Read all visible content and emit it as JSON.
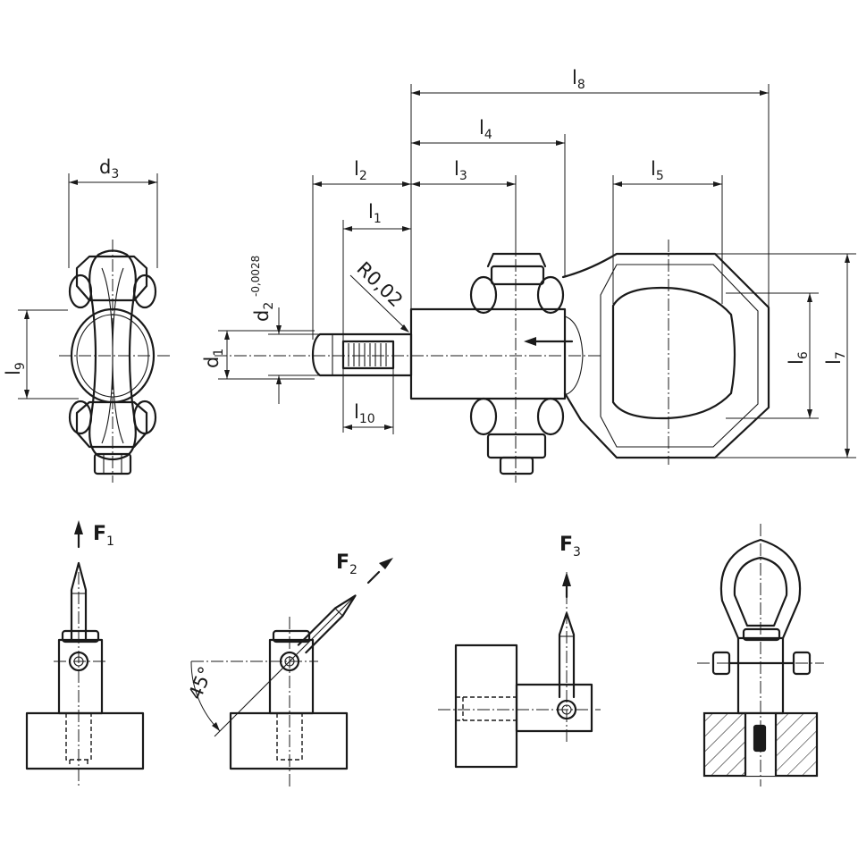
{
  "dimensions": {
    "d3": {
      "main": "d",
      "sub": "3"
    },
    "l8": {
      "main": "l",
      "sub": "8"
    },
    "l4": {
      "main": "l",
      "sub": "4"
    },
    "l2": {
      "main": "l",
      "sub": "2"
    },
    "l3": {
      "main": "l",
      "sub": "3"
    },
    "l5": {
      "main": "l",
      "sub": "5"
    },
    "l1": {
      "main": "l",
      "sub": "1"
    },
    "l9": {
      "main": "l",
      "sub": "9"
    },
    "d1": {
      "main": "d",
      "sub": "1"
    },
    "d2": {
      "main": "d",
      "sub": "2",
      "tolerance": "-0,0028"
    },
    "radius": "R0,02",
    "l10": {
      "main": "l",
      "sub": "10"
    },
    "l6": {
      "main": "l",
      "sub": "6"
    },
    "l7": {
      "main": "l",
      "sub": "7"
    }
  },
  "forces": {
    "f1": {
      "main": "F",
      "sub": "1"
    },
    "f2": {
      "main": "F",
      "sub": "2"
    },
    "f3": {
      "main": "F",
      "sub": "3"
    }
  },
  "angle_label": "45°"
}
